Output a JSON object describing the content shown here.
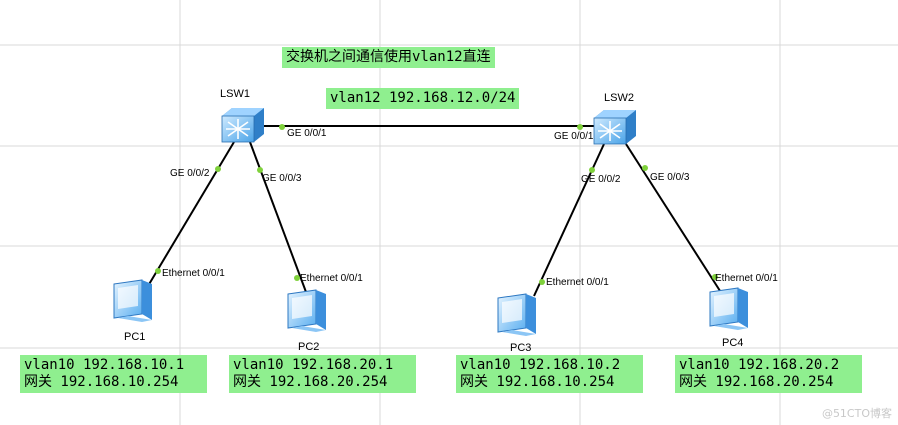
{
  "title": "交换机之间通信使用vlan12直连",
  "link_note": "vlan12 192.168.12.0/24",
  "switches": [
    {
      "name": "LSW1"
    },
    {
      "name": "LSW2"
    }
  ],
  "pcs": [
    {
      "name": "PC1",
      "line1": "vlan10 192.168.10.1",
      "line2": "网关 192.168.10.254"
    },
    {
      "name": "PC2",
      "line1": "vlan10 192.168.20.1",
      "line2": "网关 192.168.20.254"
    },
    {
      "name": "PC3",
      "line1": "vlan10 192.168.10.2",
      "line2": "网关 192.168.10.254"
    },
    {
      "name": "PC4",
      "line1": "vlan10 192.168.20.2",
      "line2": "网关 192.168.20.254"
    }
  ],
  "ports": {
    "lsw1_uplink": "GE 0/0/1",
    "lsw2_uplink": "GE 0/0/1",
    "lsw1_p2": "GE 0/0/2",
    "lsw1_p3": "GE 0/0/3",
    "lsw2_p2": "GE 0/0/2",
    "lsw2_p3": "GE 0/0/3",
    "pc1_eth": "Ethernet 0/0/1",
    "pc2_eth": "Ethernet 0/0/1",
    "pc3_eth": "Ethernet 0/0/1",
    "pc4_eth": "Ethernet 0/0/1"
  },
  "watermark": "@51CTO博客",
  "colors": {
    "note_bg": "#8fef8f",
    "port_dot": "#7fd13b",
    "grid": "#d9d9d9",
    "link": "#000000"
  }
}
